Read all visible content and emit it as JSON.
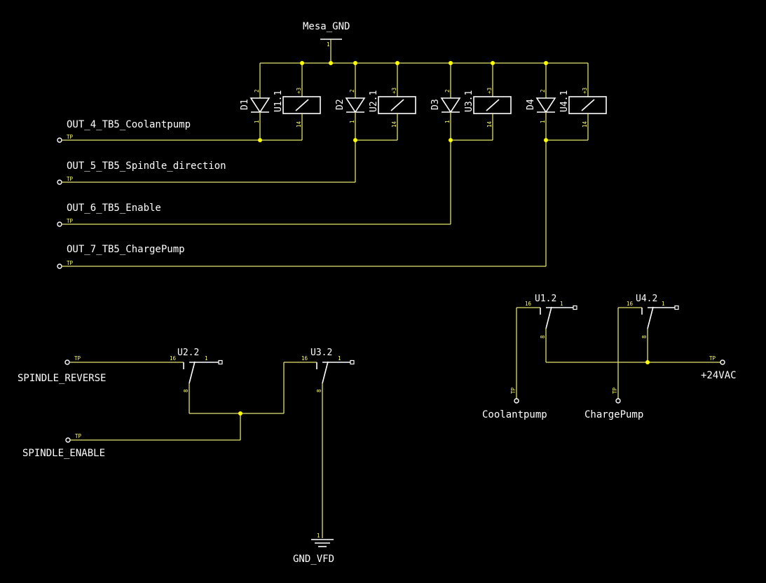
{
  "labels": {
    "mesa_gnd": "Mesa_GND",
    "out4": "OUT_4_TB5_Coolantpump",
    "out5": "OUT_5_TB5_Spindle_direction",
    "out6": "OUT_6_TB5_Enable",
    "out7": "OUT_7_TB5_ChargePump",
    "spindle_reverse": "SPINDLE_REVERSE",
    "spindle_enable": "SPINDLE_ENABLE",
    "gnd_vfd": "GND_VFD",
    "coolantpump": "Coolantpump",
    "chargepump": "ChargePump",
    "v24ac": "+24VAC"
  },
  "refs": {
    "d1": "D1",
    "d2": "D2",
    "d3": "D3",
    "d4": "D4",
    "u1_1": "U1.1",
    "u2_1": "U2.1",
    "u3_1": "U3.1",
    "u4_1": "U4.1",
    "u2_2": "U2.2",
    "u3_2": "U3.2",
    "u1_2": "U1.2",
    "u4_2": "U4.2"
  },
  "pins": {
    "tp": "TP",
    "p1": "1",
    "p2": "2",
    "p3": "+3",
    "p14": "14",
    "p16": "16",
    "p8": "8"
  }
}
